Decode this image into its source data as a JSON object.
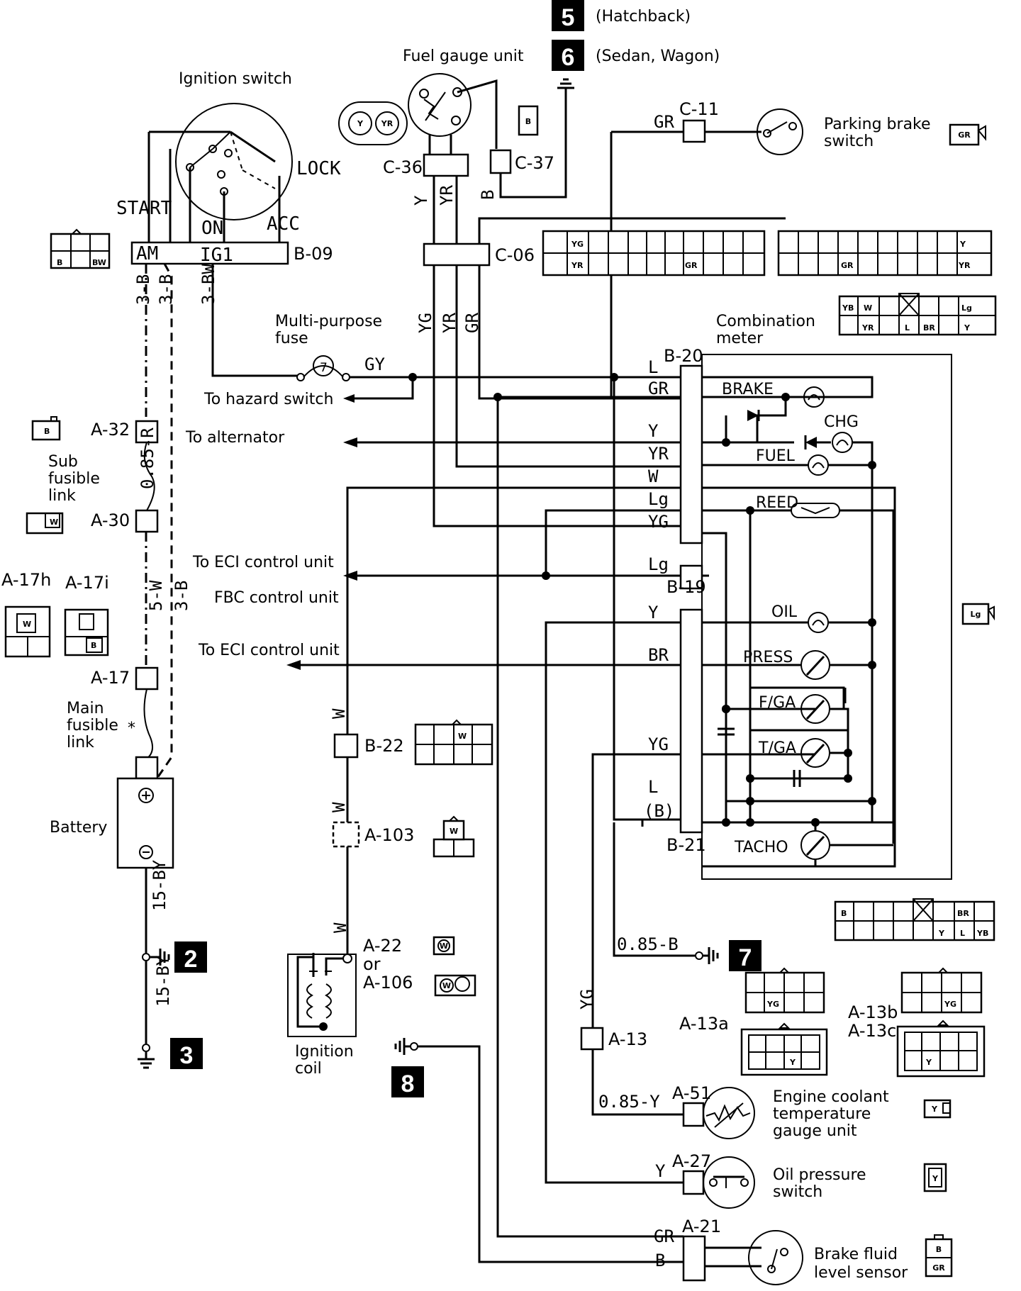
{
  "sections": {
    "s5": {
      "num": "5",
      "label": "(Hatchback)"
    },
    "s6": {
      "num": "6",
      "label": "(Sedan, Wagon)"
    },
    "g2": "2",
    "g3": "3",
    "g7": "7",
    "g8": "8"
  },
  "components": {
    "ignition_switch": "Ignition switch",
    "fuel_gauge_unit": "Fuel gauge unit",
    "parking_brake_switch": [
      "Parking brake",
      "switch"
    ],
    "combination_meter": [
      "Combination",
      "meter"
    ],
    "multi_purpose_fuse": [
      "Multi-purpose",
      "fuse"
    ],
    "sub_fusible_link": [
      "Sub",
      "fusible",
      "link"
    ],
    "main_fusible_link": [
      "Main",
      "fusible",
      "link"
    ],
    "battery": "Battery",
    "ignition_coil": [
      "Ignition",
      "coil"
    ],
    "engine_coolant_temp": [
      "Engine coolant",
      "temperature",
      "gauge unit"
    ],
    "oil_pressure_switch": [
      "Oil pressure",
      "switch"
    ],
    "brake_fluid_sensor": [
      "Brake fluid",
      "level sensor"
    ]
  },
  "switch_positions": {
    "start": "START",
    "lock": "LOCK",
    "on": "ON",
    "acc": "ACC",
    "am": "AM",
    "ig1": "IG1"
  },
  "destinations": {
    "hazard": "To hazard switch",
    "alternator": "To alternator",
    "eci1": "To ECI control unit",
    "fbc": "FBC control unit",
    "eci2": "To ECI control unit"
  },
  "connectors": {
    "b09": "B-09",
    "c36": "C-36",
    "c37": "C-37",
    "c11": "C-11",
    "c06": "C-06",
    "a32": "A-32",
    "a30": "A-30",
    "a17": "A-17",
    "a17h": "A-17h",
    "a17i": "A-17i",
    "b20": "B-20",
    "b19": "B-19",
    "b21": "B-21",
    "b22": "B-22",
    "a103": "A-103",
    "a22": [
      "A-22",
      "or",
      "A-106"
    ],
    "a13": "A-13",
    "a13a": "A-13a",
    "a13b": [
      "A-13b",
      "A-13c"
    ],
    "a51": "A-51",
    "a27": "A-27",
    "a21": "A-21"
  },
  "wire_labels": {
    "gr_c11": "GR",
    "y": "Y",
    "yr": "YR",
    "b_c37": "B",
    "b3a": "3-B",
    "b3b": "3-B",
    "bw3": "3-BW",
    "gy": "GY",
    "yg": "YG",
    "yr2": "YR",
    "gr2": "GR",
    "r085": "0.85-R",
    "w5": "5-W",
    "b3c": "3-B",
    "by15a": "15-BY",
    "by15b": "15-BY",
    "w1": "W",
    "w2": "W",
    "w3": "W",
    "b085": "0.85-B",
    "yg_a13": "YG",
    "y085": "0.85-Y",
    "y_a27": "Y",
    "gr_a21": "GR",
    "b_a21": "B",
    "fuse_no": "7",
    "star": "*"
  },
  "meter_pins": [
    "L",
    "GR",
    "Y",
    "YR",
    "W",
    "Lg",
    "YG",
    "Lg",
    "Y",
    "BR",
    "YG",
    "L",
    "(B)"
  ],
  "meter_items": [
    "BRAKE",
    "CHG",
    "FUEL",
    "REED",
    "OIL",
    "PRESS",
    "F/GA",
    "T/GA",
    "TACHO"
  ],
  "connector_faces": {
    "b09": [
      "B",
      "BW"
    ],
    "fuel": [
      "Y",
      "YR"
    ],
    "fuel_b": "B",
    "pk": "GR",
    "c06a": [
      "YG",
      "YR",
      "GR"
    ],
    "c06b": [
      "Y",
      "GR",
      "YR"
    ],
    "b20": [
      "YB",
      "W",
      "Lg",
      "YR",
      "L",
      "BR",
      "Y"
    ],
    "a32": "B",
    "a30": "W",
    "a17h": "W",
    "a17i": "B",
    "lg": "Lg",
    "b22": "W",
    "a103": "W",
    "a22": "W",
    "a106": "W",
    "b21": [
      "B",
      "BR",
      "Y",
      "L",
      "YB"
    ],
    "a13a": [
      "YG",
      "Y"
    ],
    "a13b": [
      "YG",
      "Y"
    ],
    "yc": "Y",
    "a27": "Y",
    "a21": [
      "B",
      "GR"
    ]
  },
  "colors": {
    "line": "#000000",
    "background": "#ffffff"
  }
}
